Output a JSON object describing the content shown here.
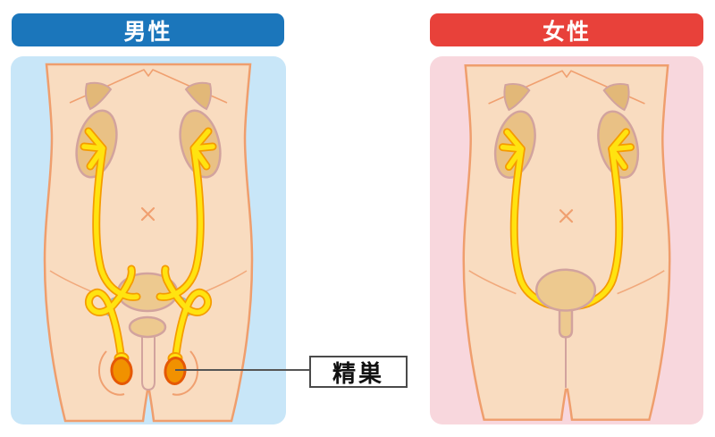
{
  "page": {
    "background": "#ffffff"
  },
  "male_section": {
    "header_label": "男性",
    "header_color": "#1b76bb",
    "panel_color": "#c8e6f8"
  },
  "female_section": {
    "header_label": "女性",
    "header_color": "#e8413a",
    "panel_color": "#f8d7dd"
  },
  "annotation": {
    "label": "精巣",
    "box_border_color": "#4a4a4a",
    "leader_line_color": "#555555"
  },
  "illustration_colors": {
    "skin": "#f9dcc0",
    "skin_outline": "#ef9e6d",
    "detail_line": "#f0a070",
    "kidney": "#e9c185",
    "adrenal_gland": "#e2b878",
    "organ_outline": "#d2a39e",
    "bladder": "#edc98f",
    "duct_yellow": "#ffe310",
    "duct_outline": "#f59b00",
    "testis": "#f19100",
    "testis_outline": "#e55805",
    "seminal_vesicle_line": "#9db1c4"
  }
}
